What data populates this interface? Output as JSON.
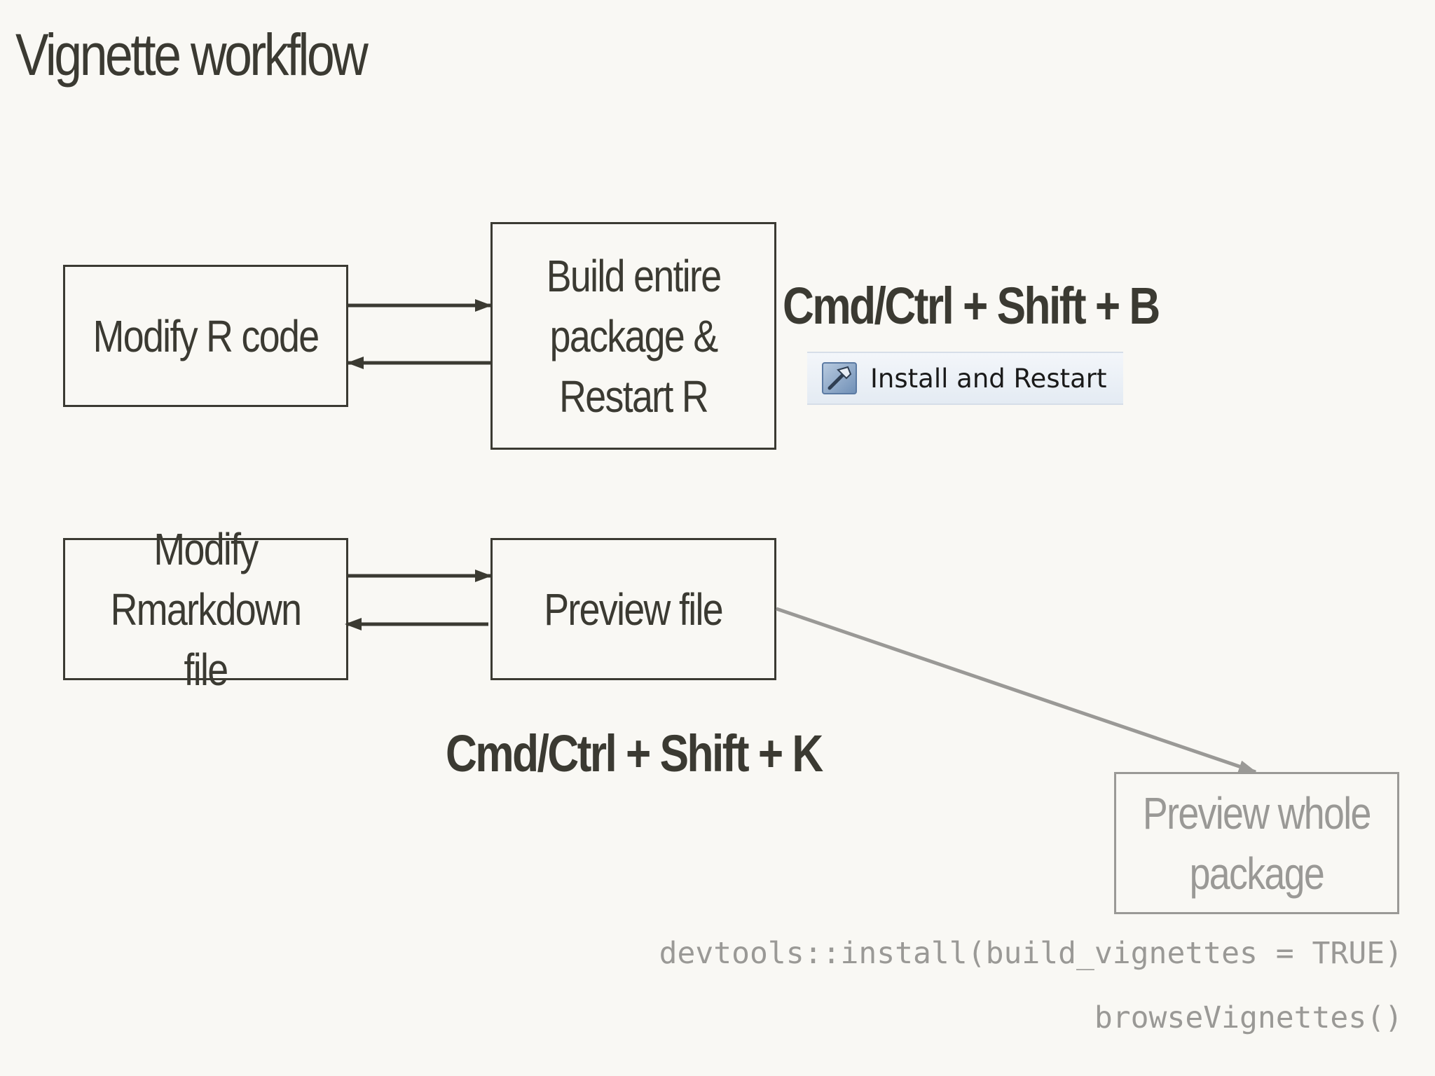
{
  "slide": {
    "title": "Vignette workflow"
  },
  "boxes": {
    "modify_r_code": "Modify R code",
    "build_restart": "Build entire\npackage &\nRestart R",
    "modify_rmarkdown": "Modify\nRmarkdown file",
    "preview_file": "Preview file",
    "preview_package": "Preview whole\npackage"
  },
  "shortcuts": {
    "build": "Cmd/Ctrl + Shift + B",
    "knit": "Cmd/Ctrl + Shift + K"
  },
  "rstudio_button": {
    "label": "Install and Restart",
    "icon": "hammer-icon"
  },
  "code": {
    "install": "devtools::install(build_vignettes = TRUE)",
    "browse": "browseVignettes()"
  },
  "colors": {
    "background": "#f9f8f4",
    "ink": "#3b3a32",
    "muted": "#9a9996"
  }
}
